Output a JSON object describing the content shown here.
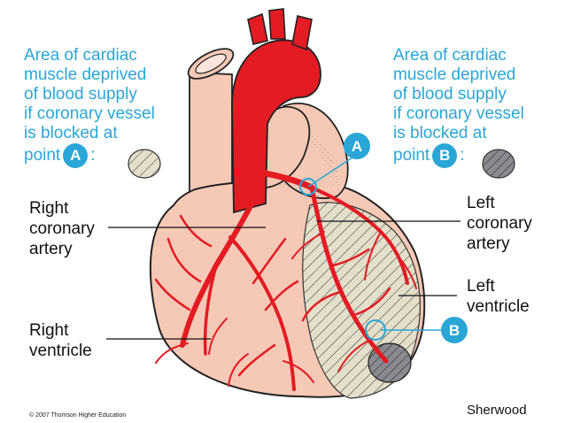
{
  "captions": {
    "left": {
      "lines": [
        "Area of cardiac",
        "muscle deprived",
        "of blood supply",
        "if coronary vessel",
        "is blocked at"
      ],
      "point_word": "point",
      "badge": "A",
      "colon": ":"
    },
    "right": {
      "lines": [
        "Area of cardiac",
        "muscle deprived",
        "of blood supply",
        "if coronary vessel",
        "is blocked at"
      ],
      "point_word": "point",
      "badge": "B",
      "colon": ":"
    }
  },
  "labels": {
    "right_coronary_artery": [
      "Right",
      "coronary",
      "artery"
    ],
    "right_ventricle": [
      "Right",
      "ventricle"
    ],
    "left_coronary_artery": [
      "Left",
      "coronary",
      "artery"
    ],
    "left_ventricle": [
      "Left",
      "ventricle"
    ]
  },
  "markers": {
    "a": "A",
    "b": "B"
  },
  "copyright": "© 2007 Thomson Higher Education",
  "author": "Sherwood",
  "colors": {
    "accent": "#2aa6d6",
    "artery": "#e31b23",
    "heart": "#f6c9b6",
    "hatch_bg": "#e4dfca",
    "infarct": "#8a8a90"
  }
}
